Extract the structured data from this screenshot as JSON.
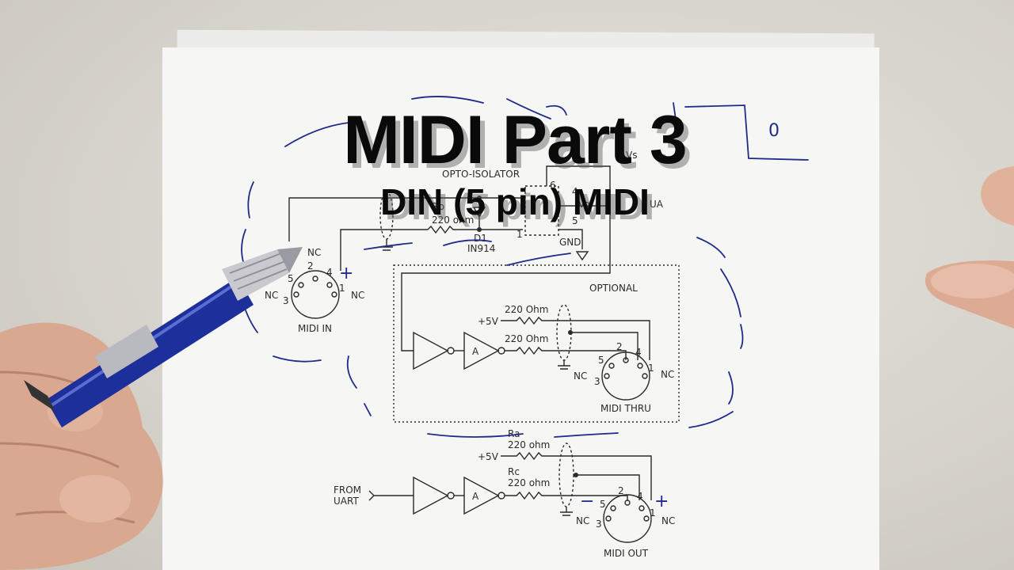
{
  "overlay": {
    "title": "MIDI Part 3",
    "subtitle": "DIN (5 pin) MIDI"
  },
  "schematic": {
    "opto_label": "OPTO-ISOLATOR",
    "rb_label": "Rb",
    "rb_value": "220 ohm",
    "diode_label": "D1",
    "diode_part": "IN914",
    "gnd_label": "GND",
    "vs_label": "Vs",
    "vo_label": "Vo",
    "ux_label": "UA",
    "pin6": "6",
    "pin4": "4",
    "pin5": "5",
    "pin1": "1",
    "midi_in_label": "MIDI IN",
    "optional_label": "OPTIONAL",
    "plus5v_1": "+5V",
    "r_thru1": "220 Ohm",
    "r_thru2": "220 Ohm",
    "gate_a": "A",
    "midi_thru_label": "MIDI THRU",
    "ra_label": "Ra",
    "ra_value": "220 ohm",
    "plus5v_2": "+5V",
    "rc_label": "Rc",
    "rc_value": "220 ohm",
    "from_label": "FROM",
    "uart_label": "UART",
    "gate_a2": "A",
    "midi_out_label": "MIDI OUT",
    "nc": "NC",
    "din_pins": [
      "2",
      "5",
      "4",
      "3",
      "1"
    ]
  },
  "ink": {
    "zero": "0",
    "plus": "+",
    "minus": "−"
  },
  "colors": {
    "ink_blue": "#1f2a8a",
    "pen_blue": "#1c2f9a",
    "paper": "#f6f6f4",
    "background": "#d9d6cf"
  }
}
